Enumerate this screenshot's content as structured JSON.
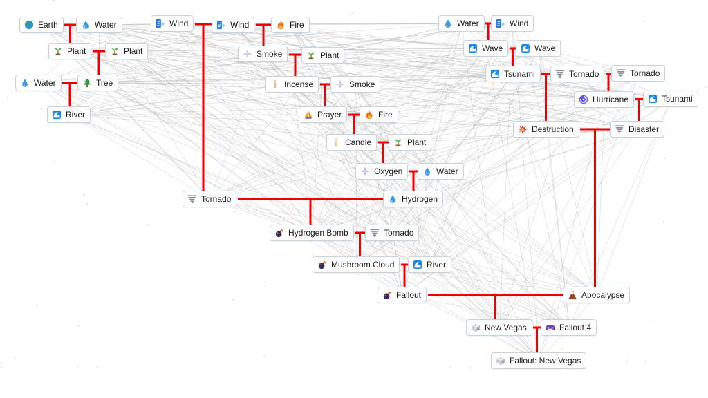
{
  "colors": {
    "background": "#ffffff",
    "link": "#ee0000",
    "mesh": "#b4b4b4",
    "node_border": "#c5d3e3",
    "text": "#1a1a1a"
  },
  "nodes": [
    {
      "id": "earth",
      "label": "Earth",
      "icon": "earth-icon"
    },
    {
      "id": "water1",
      "label": "Water",
      "icon": "water-drop-icon"
    },
    {
      "id": "plant1",
      "label": "Plant",
      "icon": "plant-icon"
    },
    {
      "id": "plant2",
      "label": "Plant",
      "icon": "plant-icon"
    },
    {
      "id": "water2",
      "label": "Water",
      "icon": "water-drop-icon"
    },
    {
      "id": "tree",
      "label": "Tree",
      "icon": "tree-icon"
    },
    {
      "id": "river1",
      "label": "River",
      "icon": "wave-icon"
    },
    {
      "id": "wind1",
      "label": "Wind",
      "icon": "wind-icon"
    },
    {
      "id": "wind2",
      "label": "Wind",
      "icon": "wind-icon"
    },
    {
      "id": "fire1",
      "label": "Fire",
      "icon": "fire-icon"
    },
    {
      "id": "smoke1",
      "label": "Smoke",
      "icon": "smoke-icon"
    },
    {
      "id": "plant3",
      "label": "Plant",
      "icon": "plant-icon"
    },
    {
      "id": "incense",
      "label": "Incense",
      "icon": "incense-icon"
    },
    {
      "id": "smoke2",
      "label": "Smoke",
      "icon": "smoke-icon"
    },
    {
      "id": "prayer",
      "label": "Prayer",
      "icon": "prayer-icon"
    },
    {
      "id": "fire2",
      "label": "Fire",
      "icon": "fire-icon"
    },
    {
      "id": "candle",
      "label": "Candle",
      "icon": "candle-icon"
    },
    {
      "id": "plant4",
      "label": "Plant",
      "icon": "plant-icon"
    },
    {
      "id": "oxygen",
      "label": "Oxygen",
      "icon": "oxygen-icon"
    },
    {
      "id": "water3",
      "label": "Water",
      "icon": "water-drop-icon"
    },
    {
      "id": "tornado1",
      "label": "Tornado",
      "icon": "tornado-icon"
    },
    {
      "id": "hydrogen",
      "label": "Hydrogen",
      "icon": "water-drop-icon"
    },
    {
      "id": "hbomb",
      "label": "Hydrogen Bomb",
      "icon": "bomb-icon"
    },
    {
      "id": "tornado2",
      "label": "Tornado",
      "icon": "tornado-icon"
    },
    {
      "id": "mushroom",
      "label": "Mushroom Cloud",
      "icon": "bomb-icon"
    },
    {
      "id": "river2",
      "label": "River",
      "icon": "wave-icon"
    },
    {
      "id": "fallout",
      "label": "Fallout",
      "icon": "bomb-icon"
    },
    {
      "id": "water4",
      "label": "Water",
      "icon": "water-drop-icon"
    },
    {
      "id": "wind3",
      "label": "Wind",
      "icon": "wind-icon"
    },
    {
      "id": "wave1",
      "label": "Wave",
      "icon": "wave-icon"
    },
    {
      "id": "wave2",
      "label": "Wave",
      "icon": "wave-icon"
    },
    {
      "id": "tsunami1",
      "label": "Tsunami",
      "icon": "wave-icon"
    },
    {
      "id": "tornado3",
      "label": "Tornado",
      "icon": "tornado-icon"
    },
    {
      "id": "tornado4",
      "label": "Tornado",
      "icon": "tornado-icon"
    },
    {
      "id": "hurricane",
      "label": "Hurricane",
      "icon": "hurricane-icon"
    },
    {
      "id": "tsunami2",
      "label": "Tsunami",
      "icon": "wave-icon"
    },
    {
      "id": "destruction",
      "label": "Destruction",
      "icon": "explosion-icon"
    },
    {
      "id": "disaster",
      "label": "Disaster",
      "icon": "tornado-icon"
    },
    {
      "id": "apocalypse",
      "label": "Apocalypse",
      "icon": "volcano-icon"
    },
    {
      "id": "newvegas",
      "label": "New Vegas",
      "icon": "dice-icon"
    },
    {
      "id": "fallout4",
      "label": "Fallout 4",
      "icon": "gamepad-icon"
    },
    {
      "id": "fnv",
      "label": "Fallout: New Vegas",
      "icon": "dice-icon"
    }
  ],
  "recipes": [
    {
      "inputs": [
        "earth",
        "water1"
      ],
      "output": "plant1"
    },
    {
      "inputs": [
        "plant1",
        "plant2"
      ],
      "output": "tree"
    },
    {
      "inputs": [
        "water2",
        "tree"
      ],
      "output": "river1"
    },
    {
      "inputs": [
        "wind2",
        "fire1"
      ],
      "output": "smoke1"
    },
    {
      "inputs": [
        "smoke1",
        "plant3"
      ],
      "output": "incense"
    },
    {
      "inputs": [
        "incense",
        "smoke2"
      ],
      "output": "prayer"
    },
    {
      "inputs": [
        "prayer",
        "fire2"
      ],
      "output": "candle"
    },
    {
      "inputs": [
        "candle",
        "plant4"
      ],
      "output": "oxygen"
    },
    {
      "inputs": [
        "oxygen",
        "water3"
      ],
      "output": "hydrogen"
    },
    {
      "inputs": [
        "wind1",
        "wind2"
      ],
      "output": "tornado1"
    },
    {
      "inputs": [
        "tornado1",
        "hydrogen"
      ],
      "output": "hbomb"
    },
    {
      "inputs": [
        "hbomb",
        "tornado2"
      ],
      "output": "mushroom"
    },
    {
      "inputs": [
        "mushroom",
        "river2"
      ],
      "output": "fallout"
    },
    {
      "inputs": [
        "water4",
        "wind3"
      ],
      "output": "wave1"
    },
    {
      "inputs": [
        "wave1",
        "wave2"
      ],
      "output": "tsunami1"
    },
    {
      "inputs": [
        "tornado3",
        "tornado4"
      ],
      "output": "hurricane"
    },
    {
      "inputs": [
        "tsunami1",
        "tornado3"
      ],
      "output": "destruction"
    },
    {
      "inputs": [
        "hurricane",
        "tsunami2"
      ],
      "output": "disaster"
    },
    {
      "inputs": [
        "destruction",
        "disaster"
      ],
      "output": "apocalypse"
    },
    {
      "inputs": [
        "fallout",
        "apocalypse"
      ],
      "output": "newvegas"
    },
    {
      "inputs": [
        "newvegas",
        "fallout4"
      ],
      "output": "fnv"
    }
  ]
}
